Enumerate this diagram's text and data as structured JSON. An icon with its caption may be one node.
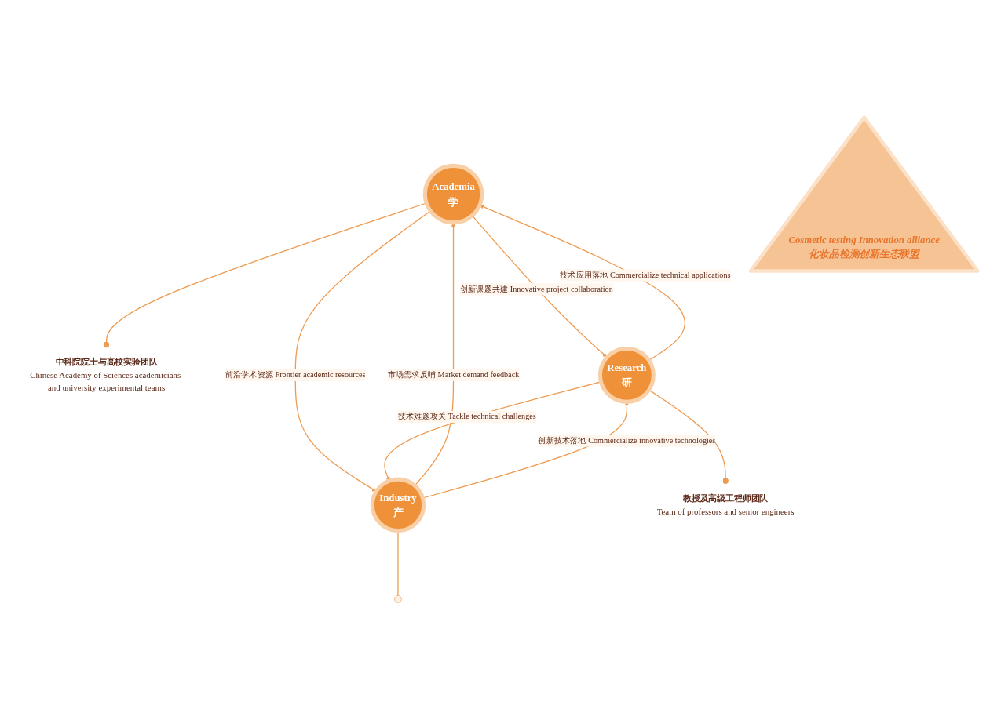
{
  "diagram": {
    "nodes": [
      {
        "text": [
          "中科院院士与高校实验团队",
          "Chinese Academy of Sciences academicians and university experimental teams"
        ]
      },
      {
        "text": [
          "Academia",
          "学"
        ]
      },
      {
        "text": [
          "Cosmetic testing Innovation alliance",
          "化妆品检测创新生态联盟"
        ]
      },
      {
        "text": [
          "Industry",
          "产"
        ]
      },
      {
        "text": [
          "Research",
          "研"
        ]
      },
      {
        "text": [],
        "shape": "circle"
      },
      {
        "text": [
          "教授及高级工程师团队",
          "Team of professors and senior engineers"
        ]
      }
    ],
    "edges": [
      {
        "from": 1,
        "to": 0,
        "arrow": "other"
      },
      {
        "from": 4,
        "to": 1,
        "arrow": "to",
        "label": "技术应用落地 Commercialize technical applications"
      },
      {
        "from": 1,
        "to": 4,
        "arrow": "to",
        "label": "创新课题共建 Innovative project collaboration"
      },
      {
        "from": 1,
        "to": 3,
        "arrow": "to",
        "label": "前沿学术资源 Frontier academic resources"
      },
      {
        "from": 3,
        "to": 1,
        "arrow": "to",
        "label": "市场需求反哺 Market demand feedback"
      },
      {
        "from": 3,
        "to": 5,
        "arrow": "none"
      },
      {
        "from": 4,
        "to": 3,
        "arrow": "to",
        "label": "技术难题攻关 Tackle technical challenges"
      },
      {
        "from": 3,
        "to": 4,
        "arrow": "to",
        "label": "创新技术落地 Commercialize innovative technologies"
      },
      {
        "from": 4,
        "to": 6,
        "arrow": "other"
      }
    ]
  }
}
